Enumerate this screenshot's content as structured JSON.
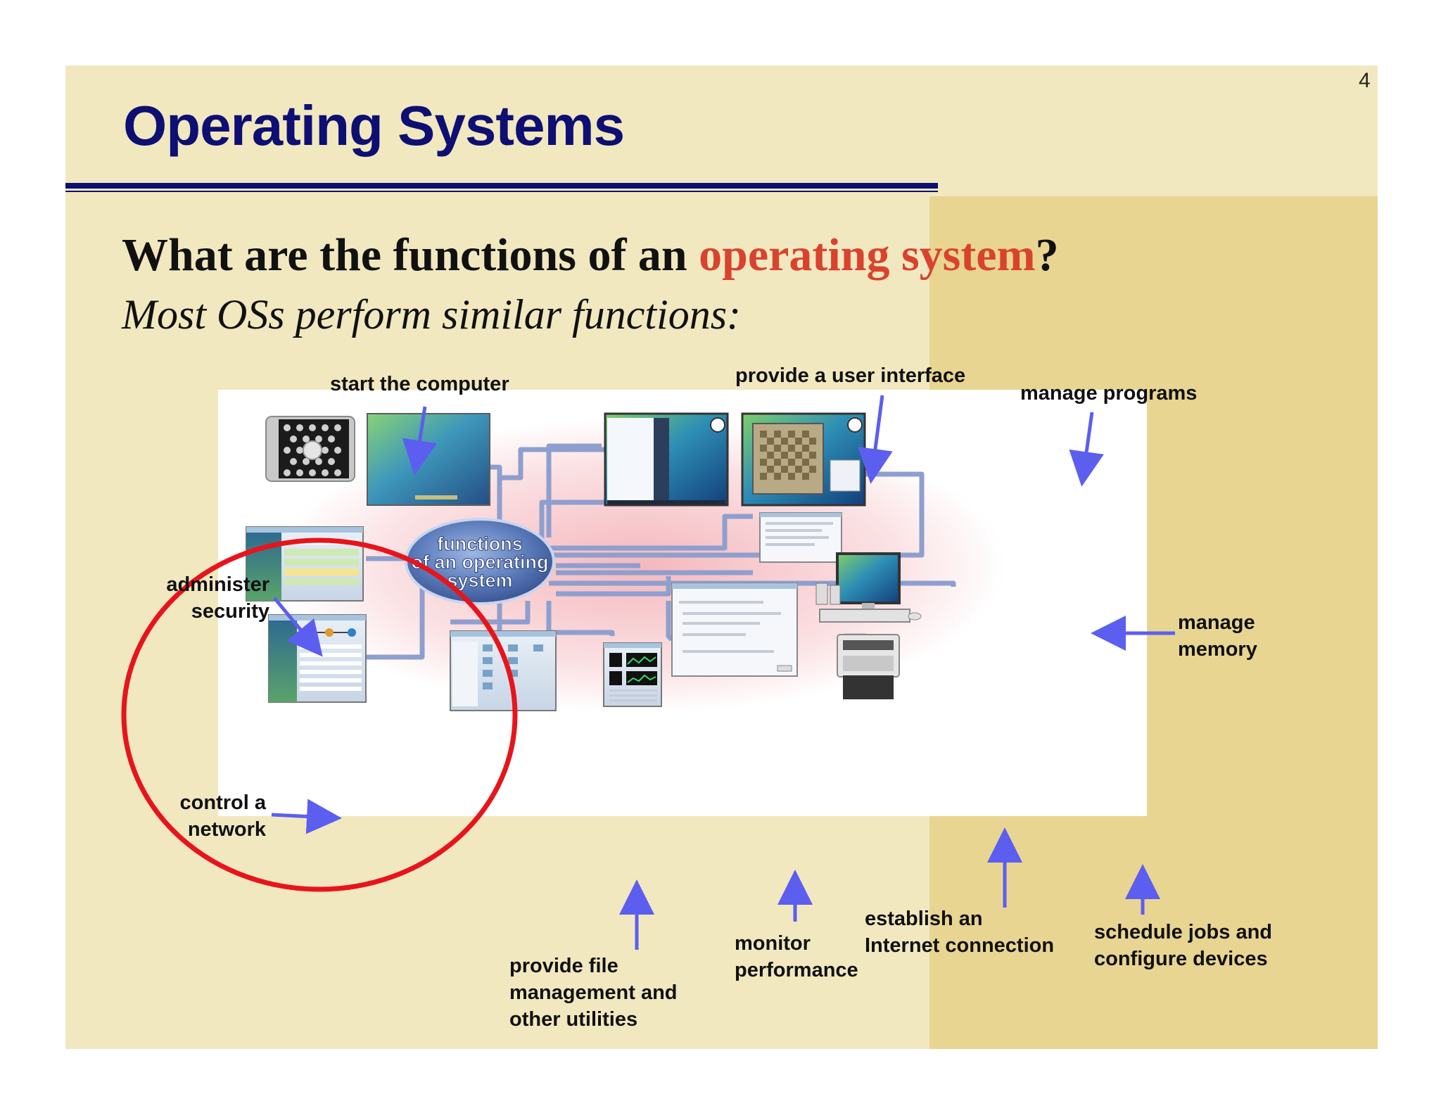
{
  "slide": {
    "page_number": "4",
    "title": "Operating Systems",
    "question_prefix": "What are the functions of an ",
    "question_accent": "operating system",
    "question_suffix": "?",
    "subtitle": "Most OSs perform similar functions:"
  },
  "diagram": {
    "hub_lines": [
      "functions",
      "of an operating",
      "system"
    ],
    "labels": {
      "start_the_computer": "start the computer",
      "provide_user_interface": "provide a user interface",
      "manage_programs": "manage programs",
      "administer_security": [
        "administer",
        "security"
      ],
      "control_network": [
        "control a",
        "network"
      ],
      "manage_memory": [
        "manage",
        "memory"
      ],
      "provide_file_management": [
        "provide file",
        "management and",
        "other utilities"
      ],
      "monitor_performance": [
        "monitor",
        "performance"
      ],
      "establish_internet": [
        "establish an",
        "Internet connection"
      ],
      "schedule_jobs": [
        "schedule jobs and",
        "configure devices"
      ]
    }
  },
  "colors": {
    "title": "#0d0f73",
    "accent": "#d9432e",
    "arrow": "#5c5ef0",
    "highlight_ellipse": "#e8141b",
    "slide_bg": "#f1e8c0",
    "panel_bg": "#e8d592"
  },
  "icons": [
    "computer-case-icon",
    "vista-screen-icon",
    "security-center-icon",
    "network-center-icon",
    "start-menu-icon",
    "chess-game-icon",
    "memory-diagnostics-icon",
    "desktop-pc-icon",
    "internet-connect-dialog-icon",
    "file-explorer-icon",
    "task-manager-icon",
    "printer-icon"
  ]
}
